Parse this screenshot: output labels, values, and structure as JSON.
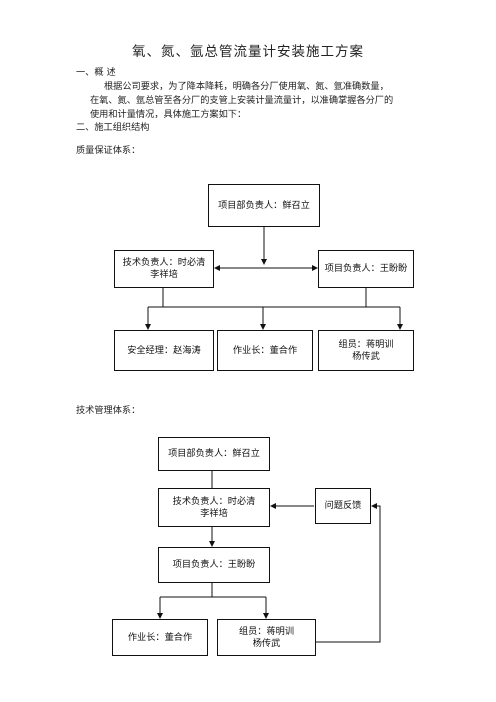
{
  "doc": {
    "title": "氧、氮、氩总管流量计安装施工方案",
    "section1_heading": "一、概  述",
    "para_line1": "根据公司要求，为了降本降耗，明确各分厂使用氧、氮、氩准确数量，",
    "para_line2": "在氧、氮、氩总管至各分厂的支管上安装计量流量计，以准确掌握各分厂的",
    "para_line3": "使用和计量情况，具体施工方案如下：",
    "section2_heading": "二、施工组织结构",
    "quality_label": "质量保证体系：",
    "tech_label": "技术管理体系："
  },
  "quality_chart": {
    "top": "项目部负责人：鲜召立",
    "tech_lead": "技术负责人：时必清\n李祥培",
    "project_lead": "项目负责人：王盼盼",
    "safety": "安全经理：赵海涛",
    "foreman": "作业长：董合作",
    "members": "组员：蒋明训\n杨传武"
  },
  "tech_chart": {
    "top": "项目部负责人：鲜召立",
    "tech_lead": "技术负责人：时必清\n李祥培",
    "project_lead": "项目负责人：王盼盼",
    "feedback": "问题反馈",
    "foreman": "作业长：董合作",
    "members": "组员：蒋明训\n杨传武"
  }
}
